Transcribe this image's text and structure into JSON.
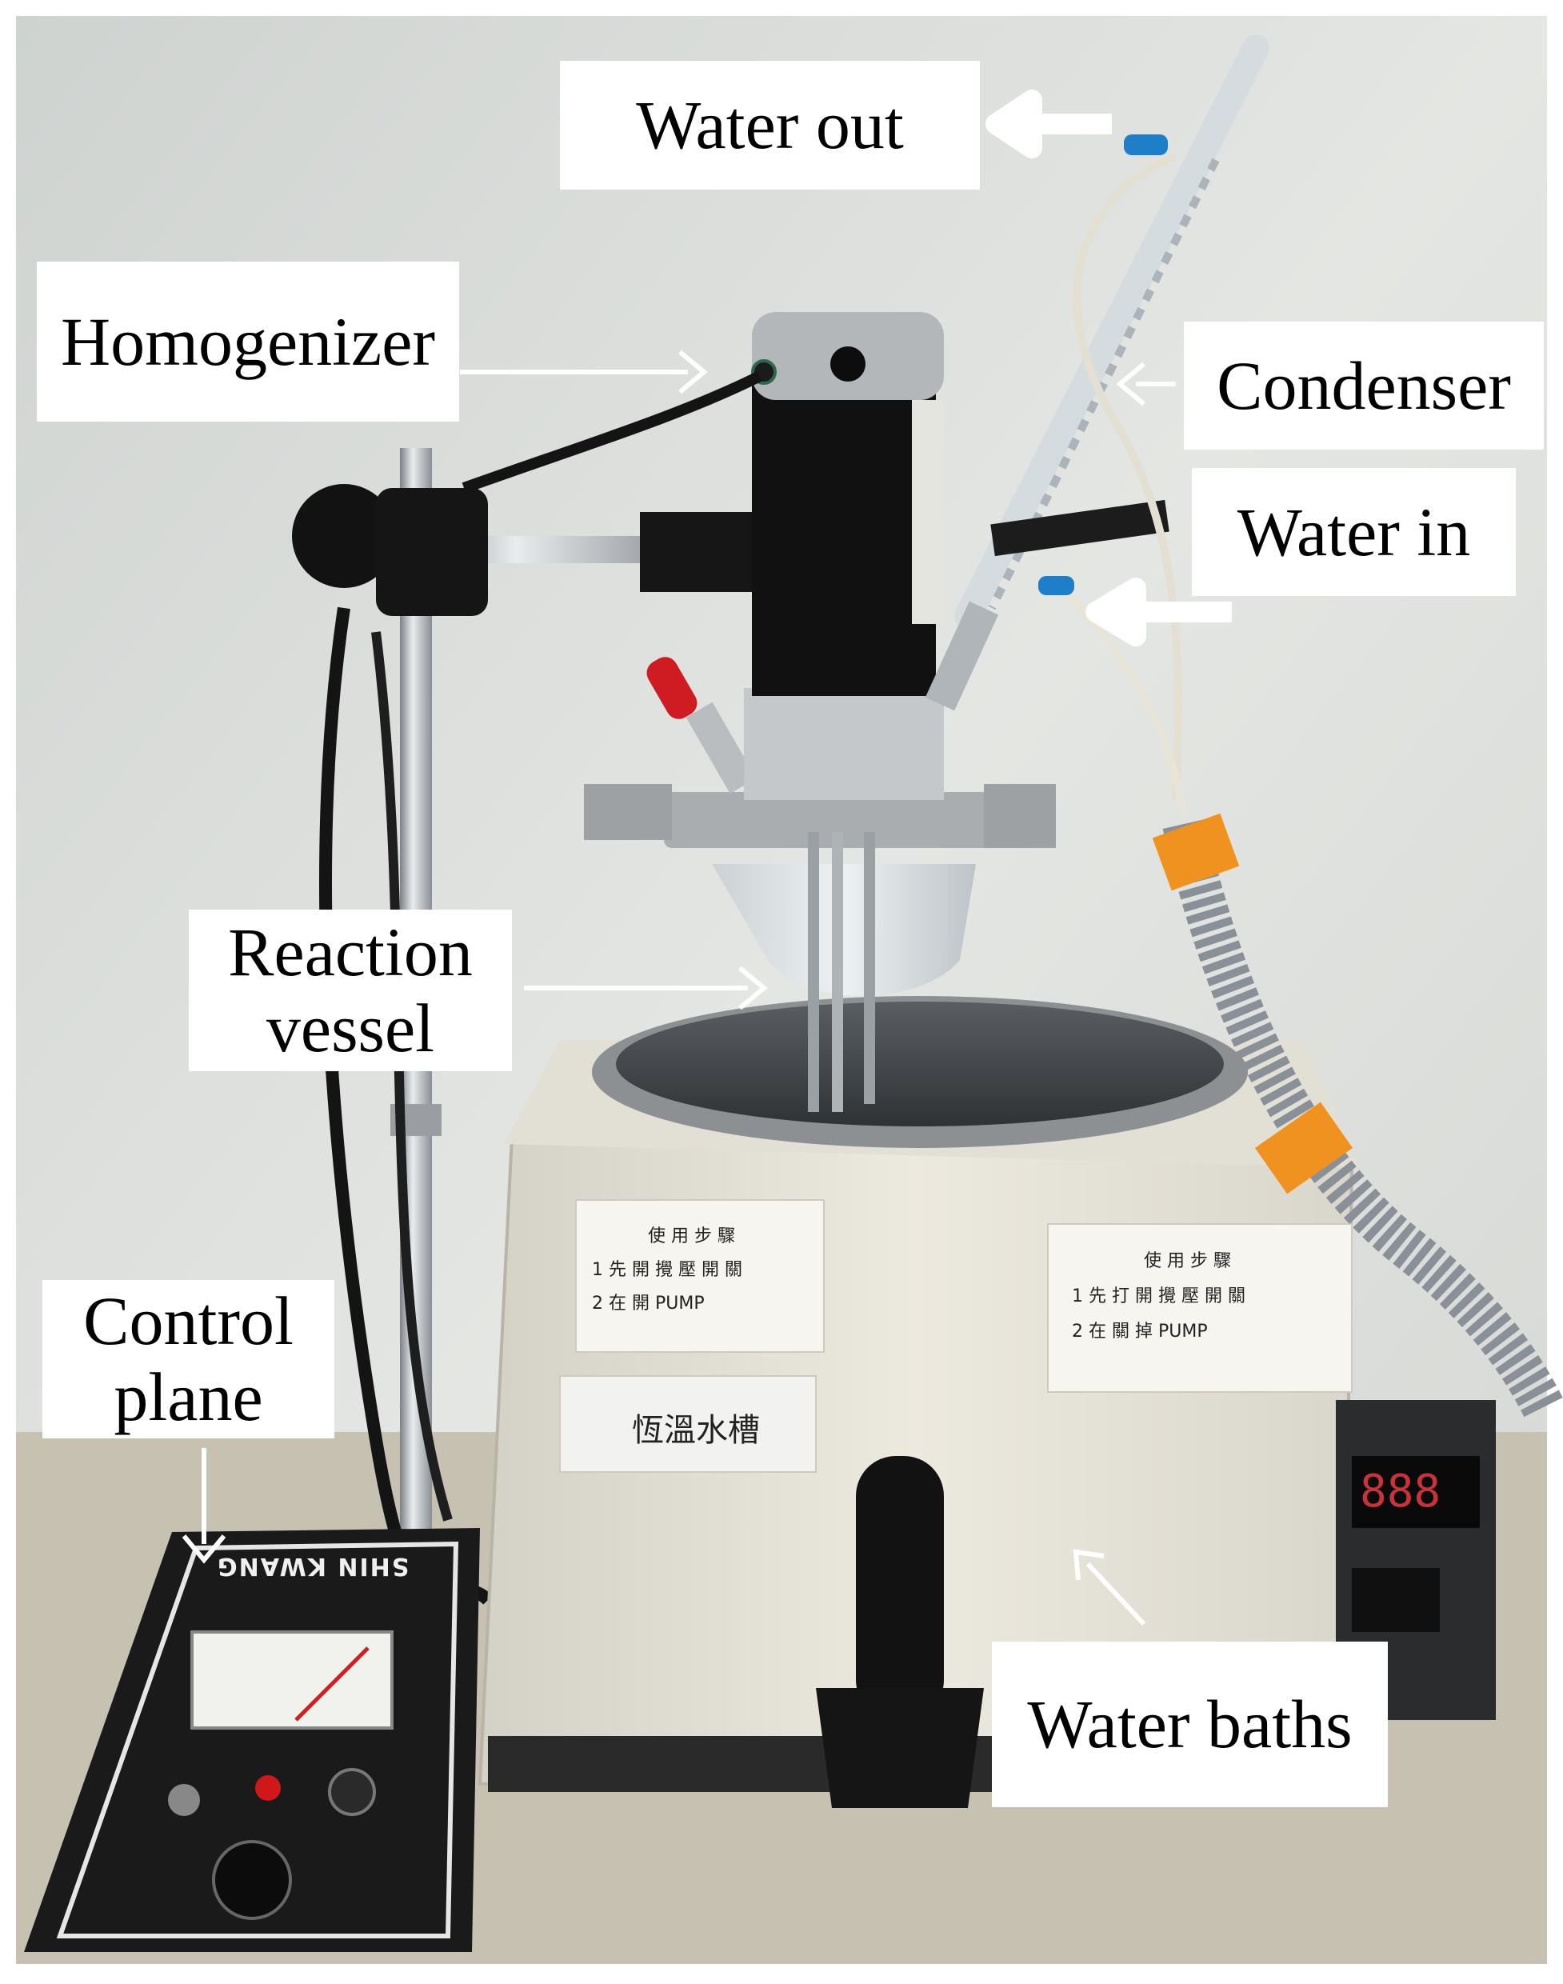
{
  "figure": {
    "labels": {
      "water_out": "Water out",
      "homogenizer": "Homogenizer",
      "condenser": "Condenser",
      "water_in": "Water in",
      "reaction_vessel_line1": "Reaction",
      "reaction_vessel_line2": "vessel",
      "control_plane_line1": "Control",
      "control_plane_line2": "plane",
      "water_baths": "Water baths"
    },
    "photo_text": {
      "instructions_left": [
        "使 用 步 驟",
        "1  先 開 攪 壓 開 關",
        "2  在 開   PUMP"
      ],
      "instructions_right": [
        "使 用 步 驟",
        "1  先 打 開 攪 壓 開 關",
        "2  在 關 掉  PUMP"
      ],
      "bath_label": "恆溫水槽",
      "brand": "SHIN KWANG",
      "display": "888"
    }
  },
  "colors": {
    "wall": "#d9dcd8",
    "bench": "#c8c2b4",
    "bath_body": "#e6e3d8",
    "motor": "#111111",
    "motor_cap": "#b5b8bb",
    "hose": "#8c9299",
    "tape": "#f0921f",
    "arrow": "#ffffff"
  }
}
